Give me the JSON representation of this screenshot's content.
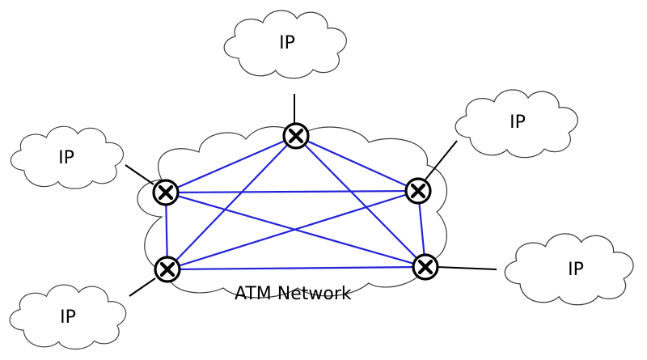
{
  "diagram": {
    "network_label": "ATM Network",
    "node_symbol": "X",
    "clouds": [
      {
        "label": "IP"
      },
      {
        "label": "IP"
      },
      {
        "label": "IP"
      },
      {
        "label": "IP"
      },
      {
        "label": "IP"
      }
    ],
    "switches": [
      {
        "symbol": "X"
      },
      {
        "symbol": "X"
      },
      {
        "symbol": "X"
      },
      {
        "symbol": "X"
      },
      {
        "symbol": "X"
      }
    ],
    "mesh": "full",
    "colors": {
      "mesh_links": "#2323d8",
      "access_links": "#000000",
      "outline": "#3a3a3a"
    }
  }
}
